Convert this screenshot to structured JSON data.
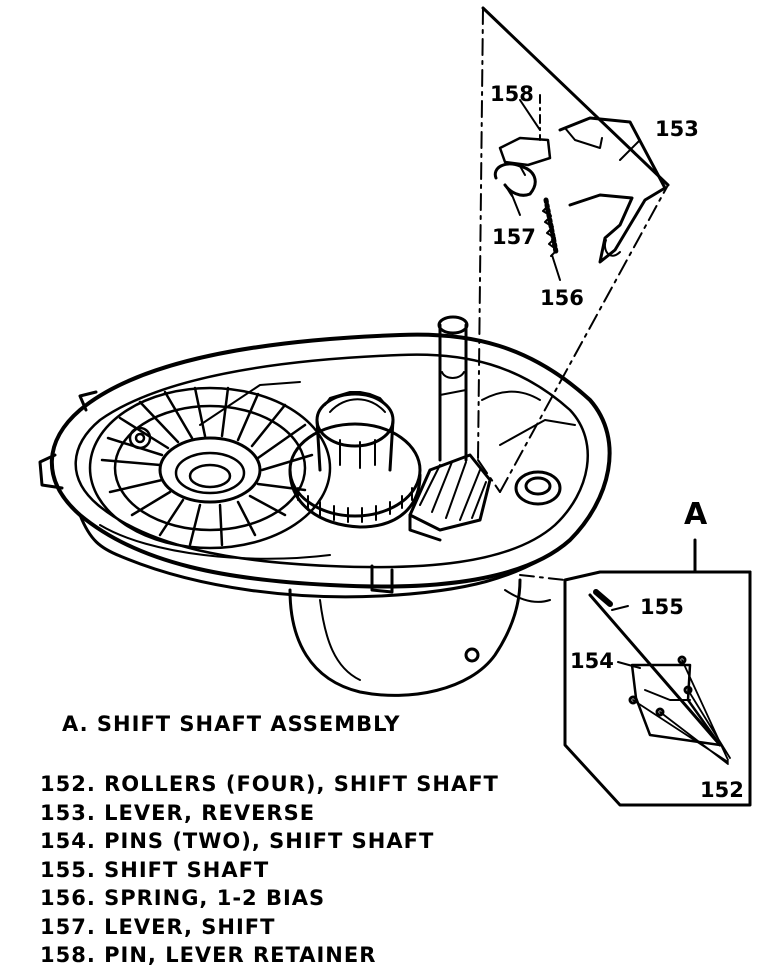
{
  "callouts": {
    "c158": "158",
    "c153": "153",
    "c157": "157",
    "c156": "156",
    "cA": "A",
    "c155": "155",
    "c154": "154",
    "c152": "152"
  },
  "caption": "A. SHIFT SHAFT ASSEMBLY",
  "legend": [
    {
      "text": "152. ROLLERS (FOUR), SHIFT SHAFT"
    },
    {
      "text": "153. LEVER, REVERSE"
    },
    {
      "text": "154. PINS (TWO), SHIFT SHAFT"
    },
    {
      "text": "155. SHIFT SHAFT"
    },
    {
      "text": "156. SPRING, 1-2 BIAS"
    },
    {
      "text": "157. LEVER, SHIFT"
    },
    {
      "text": "158. PIN, LEVER RETAINER"
    }
  ]
}
